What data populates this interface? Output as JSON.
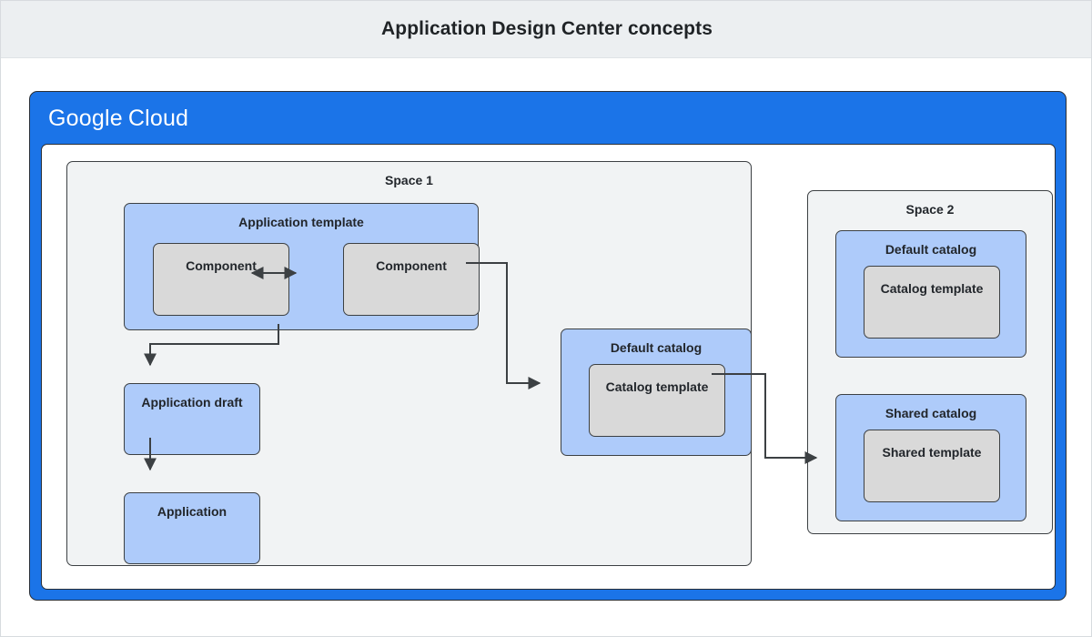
{
  "title_bar": {
    "title": "Application Design Center concepts"
  },
  "cloud_frame": {
    "logo_primary": "Google",
    "logo_secondary": "Cloud"
  },
  "space1": {
    "label": "Space 1",
    "application_template": {
      "label": "Application template",
      "components": [
        {
          "label": "Component"
        },
        {
          "label": "Component"
        }
      ]
    },
    "application_draft": {
      "label": "Application draft"
    },
    "application": {
      "label": "Application"
    },
    "default_catalog": {
      "label": "Default catalog",
      "catalog_template": {
        "label": "Catalog template"
      }
    }
  },
  "space2": {
    "label": "Space 2",
    "default_catalog": {
      "label": "Default catalog",
      "catalog_template": {
        "label": "Catalog template"
      }
    },
    "shared_catalog": {
      "label": "Shared catalog",
      "shared_template": {
        "label": "Shared template"
      }
    }
  },
  "colors": {
    "title_bar_bg": "#eceff1",
    "cloud_blue": "#1b74e8",
    "node_blue": "#aecbfa",
    "node_gray": "#d9d9d9",
    "space_gray": "#f1f3f4",
    "stroke": "#3c4043",
    "text": "#22262b"
  },
  "connectors": [
    {
      "name": "component-to-component",
      "kind": "bidirectional-arrow"
    },
    {
      "name": "application-template-to-default-catalog",
      "kind": "arrow"
    },
    {
      "name": "application-template-to-application-draft",
      "kind": "arrow"
    },
    {
      "name": "application-draft-to-application",
      "kind": "arrow"
    },
    {
      "name": "default-catalog-to-shared-catalog",
      "kind": "arrow"
    }
  ]
}
